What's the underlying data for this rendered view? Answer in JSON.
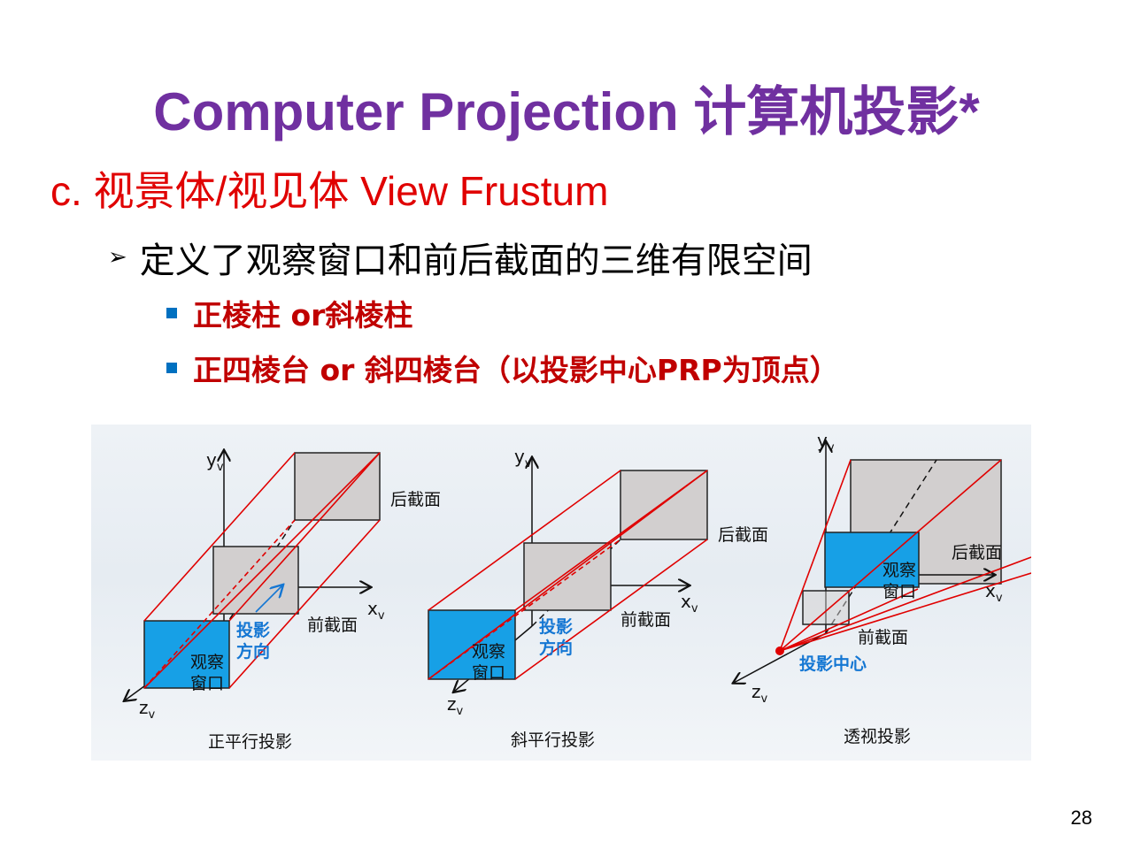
{
  "slide": {
    "title": "Computer Projection 计算机投影*",
    "heading": "c. 视景体/视见体 View Frustum",
    "bullet_level1": "定义了观察窗口和前后截面的三维有限空间",
    "bullet_level2": [
      "正棱柱 or斜棱柱",
      "正四棱台 or 斜四棱台（以投影中心PRP为顶点）"
    ],
    "page_number": "28"
  },
  "figure": {
    "diagrams": [
      {
        "caption": "正平行投影",
        "back_plane_label": "后截面",
        "front_plane_label": "前截面",
        "window_label_line1": "观察",
        "window_label_line2": "窗口",
        "direction_label_line1": "投影",
        "direction_label_line2": "方向",
        "axis_y": "y",
        "axis_x": "x",
        "axis_z": "z",
        "axis_sub": "v"
      },
      {
        "caption": "斜平行投影",
        "back_plane_label": "后截面",
        "front_plane_label": "前截面",
        "window_label_line1": "观察",
        "window_label_line2": "窗口",
        "direction_label_line1": "投影",
        "direction_label_line2": "方向",
        "axis_y": "y",
        "axis_x": "x",
        "axis_z": "z",
        "axis_sub": "v"
      },
      {
        "caption": "透视投影",
        "back_plane_label": "后截面",
        "front_plane_label": "前截面",
        "window_label_line1": "观察",
        "window_label_line2": "窗口",
        "center_label": "投影中心",
        "axis_y": "y",
        "axis_x": "x",
        "axis_z": "z",
        "axis_sub": "v"
      }
    ],
    "colors": {
      "frustum_edge": "#e00000",
      "window_fill": "#17a0e6",
      "plane_fill": "#d2cfcf",
      "highlight_text": "#1577d3"
    }
  }
}
